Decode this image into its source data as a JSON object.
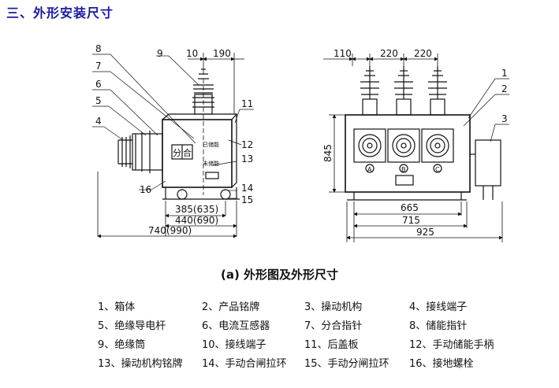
{
  "section_title": "三、外形安装尺寸",
  "left_view": {
    "dims": {
      "d10": "10",
      "d190": "190",
      "d385": "385(635)",
      "d440": "440(690)",
      "d740": "740(990)"
    },
    "callouts": {
      "c8": "8",
      "c9": "9",
      "c10": "10",
      "c7": "7",
      "c6": "6",
      "c5": "5",
      "c4": "4",
      "c11": "11",
      "c12": "12",
      "c13": "13",
      "c14": "14",
      "c15": "15",
      "c16": "16"
    },
    "panel_text": {
      "fen": "分",
      "he": "合",
      "charged": "已储能",
      "uncharged": "未储能"
    }
  },
  "right_view": {
    "dims": {
      "d110": "110",
      "d220a": "220",
      "d220b": "220",
      "d845": "845",
      "d665": "665",
      "d715": "715",
      "d925": "925"
    },
    "callouts": {
      "c1": "1",
      "c2": "2",
      "c3": "3"
    },
    "phases": {
      "a": "A",
      "b": "B",
      "c": "C"
    }
  },
  "caption": "(a)  外形图及外形尺寸",
  "legend": [
    [
      "1、箱体",
      "2、产品铭牌",
      "3、操动机构",
      "4、接线端子"
    ],
    [
      "5、绝缘导电杆",
      "6、电流互感器",
      "7、分合指针",
      "8、储能指针"
    ],
    [
      "9、绝缘筒",
      "10、接线端子",
      "11、后盖板",
      "12、手动储能手柄"
    ],
    [
      "13、操动机构铭牌",
      "14、手动合闸拉环",
      "15、手动分闸拉环",
      "16、接地螺栓"
    ]
  ]
}
